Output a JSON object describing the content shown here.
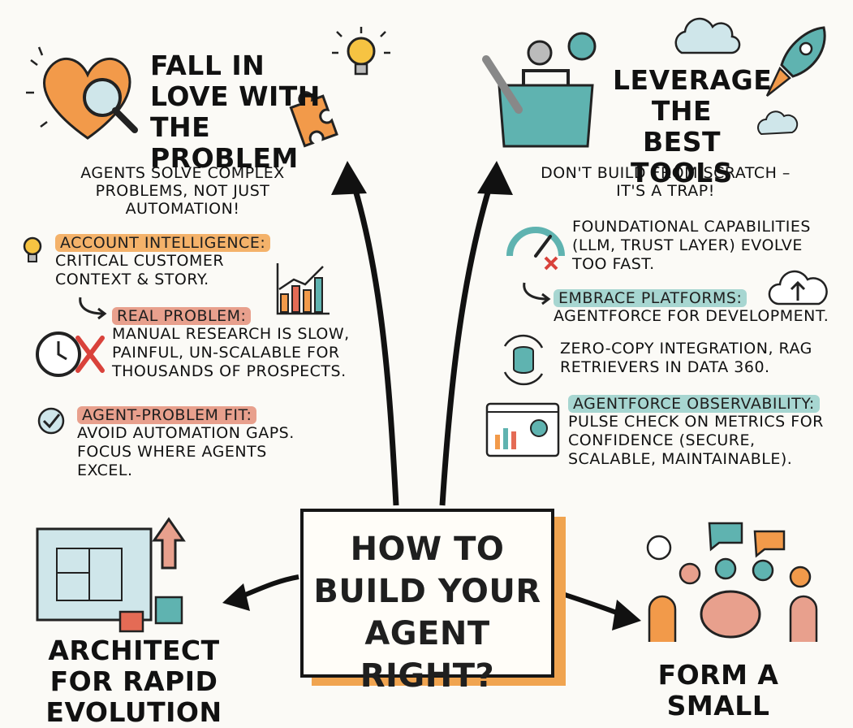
{
  "left": {
    "title": "Fall in love with the problem",
    "subtitle": "Agents solve complex problems, not just automation!",
    "items": [
      {
        "label": "Account Intelligence:",
        "text": "Critical customer context & story."
      },
      {
        "label": "Real Problem:",
        "text": "Manual research is slow, painful, un-scalable for thousands of prospects."
      },
      {
        "label": "Agent-Problem Fit:",
        "text": "Avoid automation gaps. Focus where agents excel."
      }
    ]
  },
  "right": {
    "title": "Leverage the best tools",
    "subtitle": "Don't build from scratch – it's a trap!",
    "items": [
      {
        "label": "",
        "text": "Foundational capabilities (LLM, Trust Layer) evolve too fast."
      },
      {
        "label": "Embrace Platforms:",
        "text": "Agentforce for development."
      },
      {
        "label": "",
        "text": "Zero-copy integration, RAG retrievers in Data 360."
      },
      {
        "label": "Agentforce Observability:",
        "text": "Pulse check on metrics for confidence (secure, scalable, maintainable)."
      }
    ]
  },
  "center": {
    "title": "How to build your agent right?"
  },
  "bottom_left": {
    "title": "Architect for rapid evolution"
  },
  "bottom_right": {
    "title": "Form a small"
  },
  "colors": {
    "orange": "#f4b26a",
    "red": "#e8a08d",
    "teal": "#a7d6d1",
    "ink": "#111111"
  }
}
